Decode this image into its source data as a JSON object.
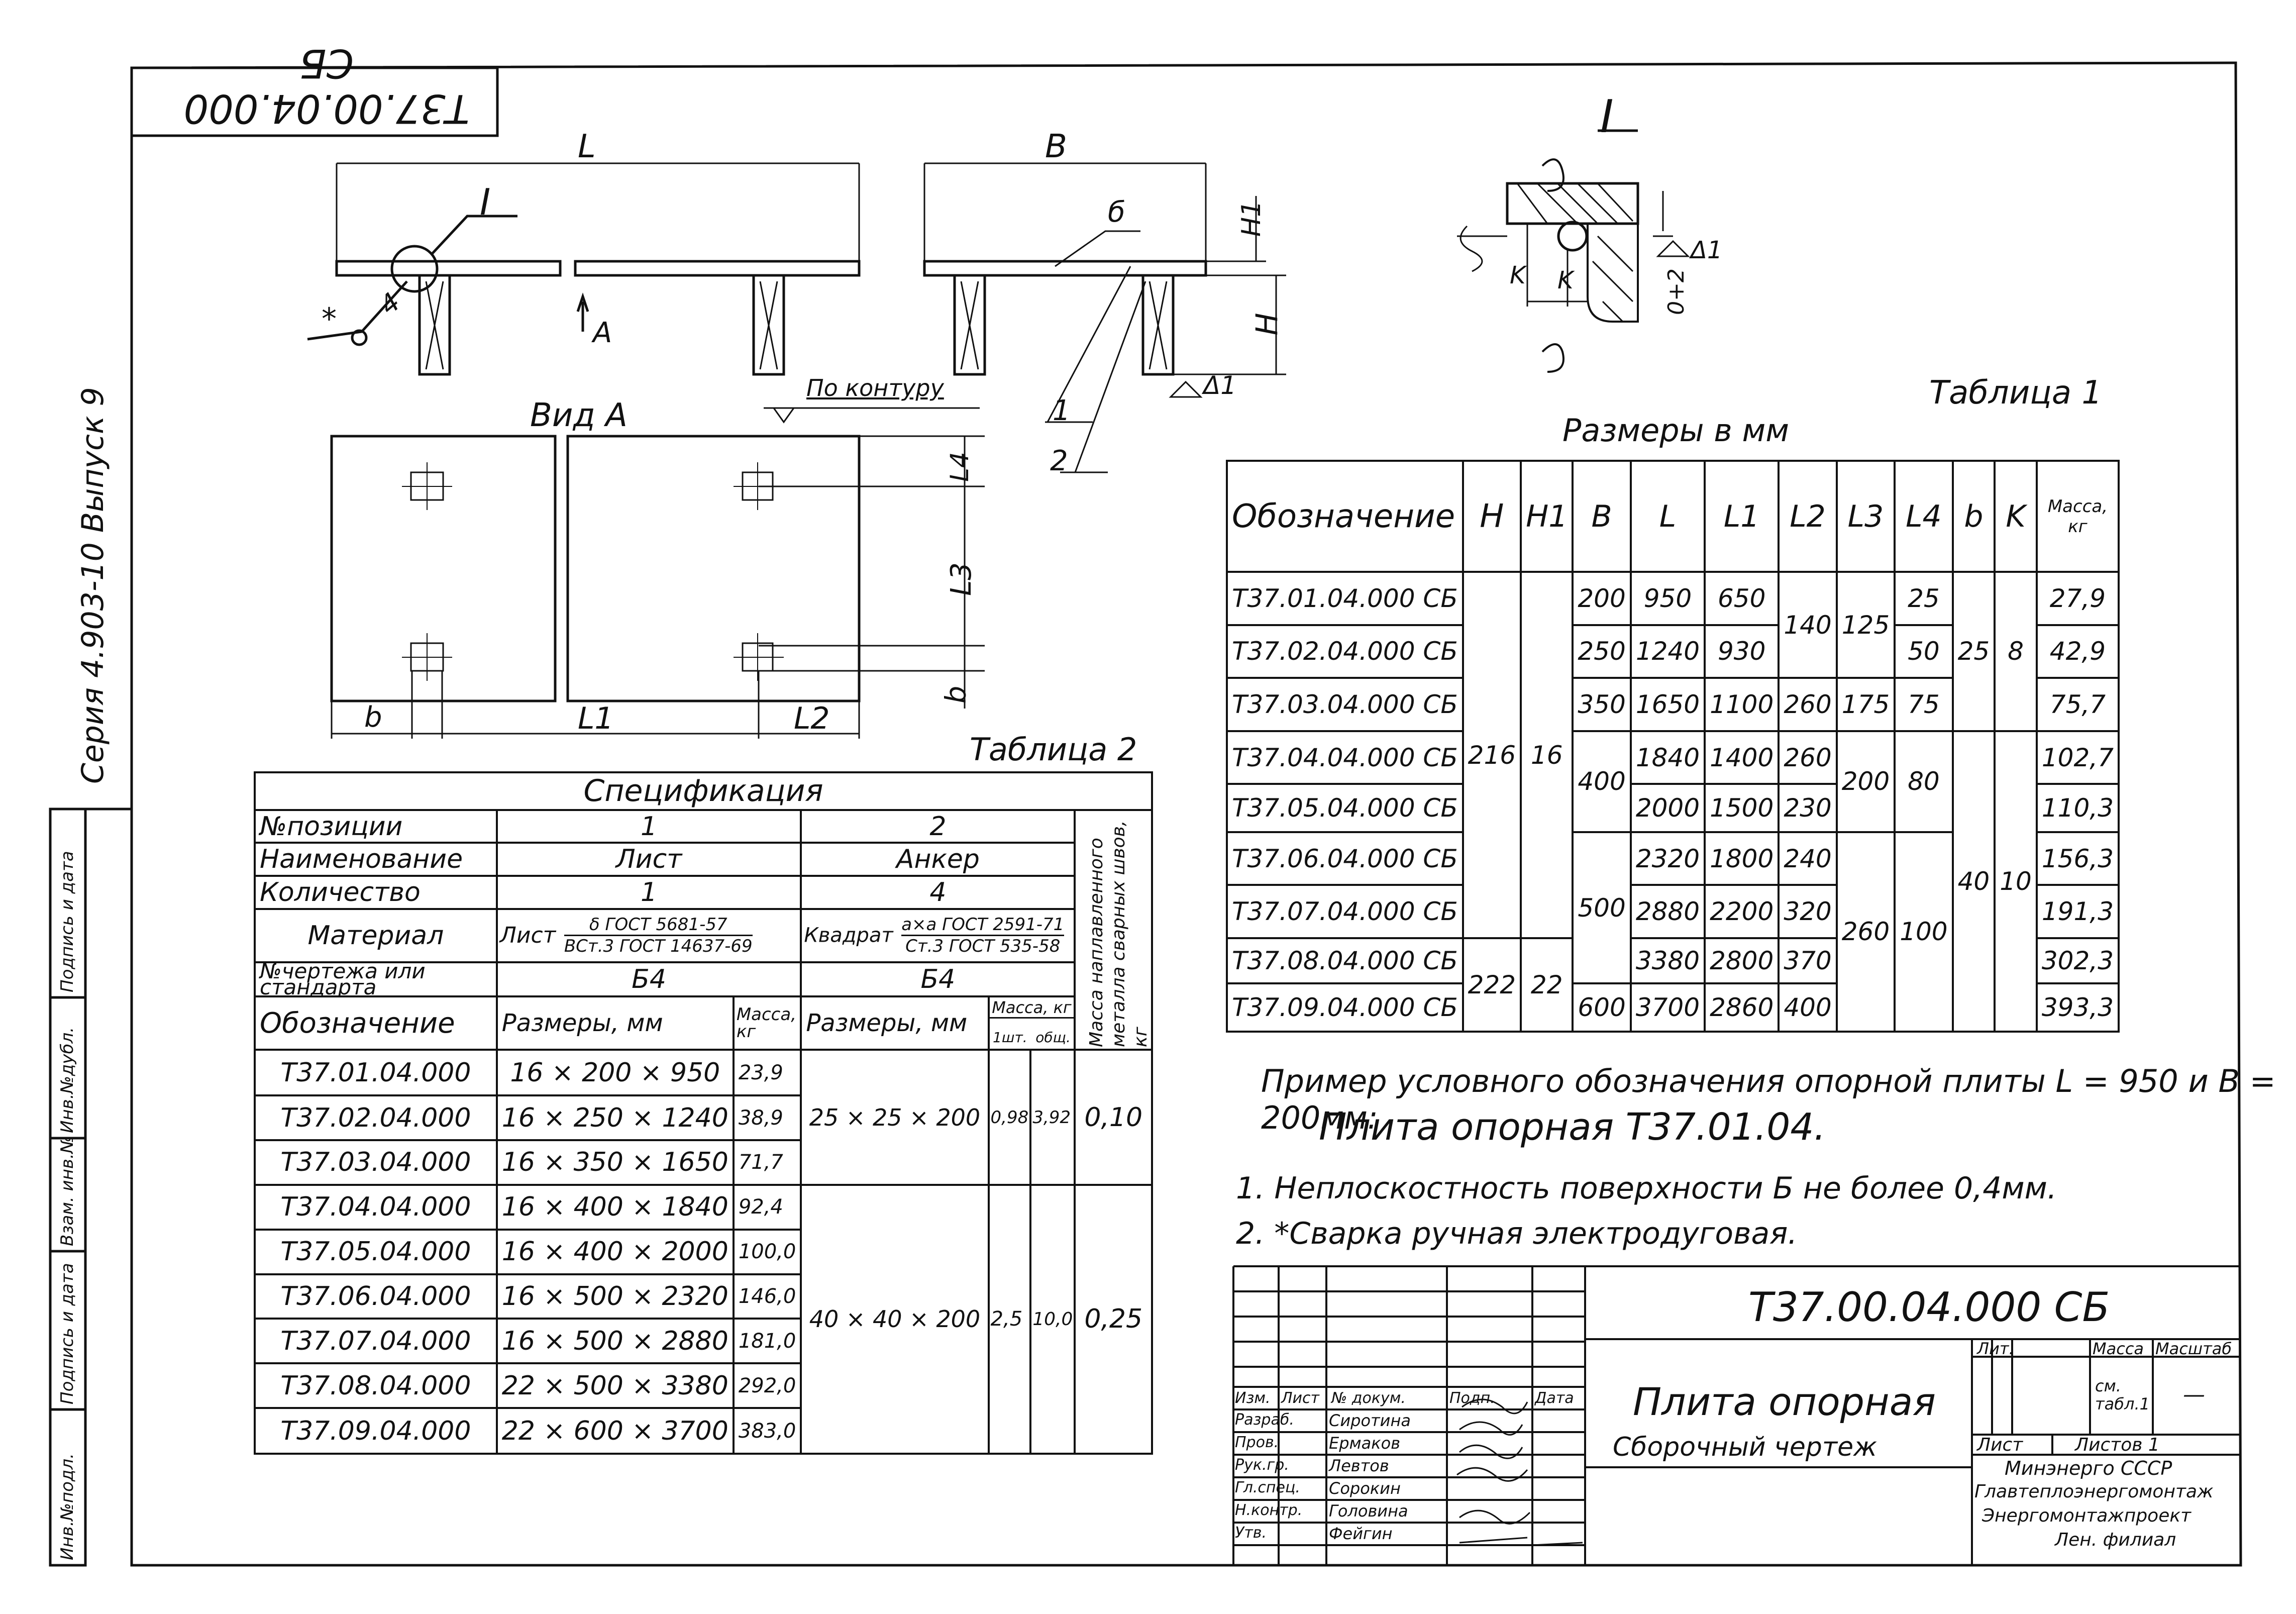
{
  "stamp_code": "Т37.00.04.000 СБ",
  "series_text": "Серия 4.903-10 Выпуск 9",
  "side_stamp_labels": [
    "Инв.№подл.",
    "Подпись и дата",
    "Взам. инв.№",
    "Инв.№дубл.",
    "Подпись и дата"
  ],
  "drawing": {
    "dim_L": "L",
    "dim_B": "B",
    "dim_H1": "H1",
    "dim_H": "H",
    "callout_I": "I",
    "detail_I": "I",
    "arrow_A": "A",
    "weld_star": "*",
    "weld_4": "4",
    "label_b_top": "б",
    "view_a": "Вид А",
    "po_konturu": "По контуру",
    "pos_1": "1",
    "pos_2": "2",
    "delta1": "Δ1",
    "delta1_detail": "Δ1",
    "dim_L4": "L4",
    "dim_L3": "L3",
    "dim_b": "b",
    "dim_b_bottom": "b",
    "dim_L1": "L1",
    "dim_L2": "L2",
    "k1": "K",
    "k2": "K",
    "gap": "0+2"
  },
  "table1": {
    "caption": "Таблица 1",
    "subtitle": "Размеры в мм",
    "headers": [
      "Обозначение",
      "H",
      "H1",
      "B",
      "L",
      "L1",
      "L2",
      "L3",
      "L4",
      "b",
      "K",
      "Масса, кг"
    ],
    "rows": [
      {
        "code": "Т37.01.04.000 СБ",
        "B": "200",
        "L": "950",
        "L1": "650",
        "L4": "25",
        "mass": "27,9"
      },
      {
        "code": "Т37.02.04.000 СБ",
        "B": "250",
        "L": "1240",
        "L1": "930",
        "L4": "50",
        "mass": "42,9"
      },
      {
        "code": "Т37.03.04.000 СБ",
        "B": "350",
        "L": "1650",
        "L1": "1100",
        "L2": "260",
        "L3": "175",
        "L4": "75",
        "mass": "75,7"
      },
      {
        "code": "Т37.04.04.000 СБ",
        "L": "1840",
        "L1": "1400",
        "L2": "260",
        "mass": "102,7"
      },
      {
        "code": "Т37.05.04.000 СБ",
        "L": "2000",
        "L1": "1500",
        "L2": "230",
        "mass": "110,3"
      },
      {
        "code": "Т37.06.04.000 СБ",
        "L": "2320",
        "L1": "1800",
        "L2": "240",
        "mass": "156,3"
      },
      {
        "code": "Т37.07.04.000 СБ",
        "L": "2880",
        "L1": "2200",
        "L2": "320",
        "mass": "191,3"
      },
      {
        "code": "Т37.08.04.000 СБ",
        "L": "3380",
        "L1": "2800",
        "L2": "370",
        "mass": "302,3"
      },
      {
        "code": "Т37.09.04.000 СБ",
        "B": "600",
        "L": "3700",
        "L1": "2860",
        "L2": "400",
        "mass": "393,3"
      }
    ],
    "merged": {
      "H_216": "216",
      "H_222": "222",
      "H1_16": "16",
      "H1_22": "22",
      "B_400": "400",
      "B_500": "500",
      "L2_140": "140",
      "L3_125": "125",
      "L3_200": "200",
      "L3_260": "260",
      "L4_80": "80",
      "L4_100": "100",
      "b_25": "25",
      "b_40": "40",
      "K_8": "8",
      "K_10": "10"
    }
  },
  "table2": {
    "caption": "Таблица 2",
    "spec_title": "Спецификация",
    "row_labels": {
      "position": "№позиции",
      "name": "Наименование",
      "quantity": "Количество",
      "material": "Материал",
      "drawing_no": "№чертежа или стандарта",
      "designation": "Обозначение"
    },
    "pos1": {
      "num": "1",
      "name": "Лист",
      "qty": "1",
      "material_prefix": "Лист",
      "material_top": "δ ГОСТ 5681-57",
      "material_bottom": "ВСт.3 ГОСТ 14637-69",
      "std": "Б4",
      "sizes_header": "Размеры, мм",
      "mass_header": "Масса, кг"
    },
    "pos2": {
      "num": "2",
      "name": "Анкер",
      "qty": "4",
      "material_prefix": "Квадрат",
      "material_top": "а×а ГОСТ 2591-71",
      "material_bottom": "Ст.3 ГОСТ 535-58",
      "std": "Б4",
      "sizes_header": "Размеры, мм",
      "mass_header": "Масса, кг",
      "mass_one": "1шт.",
      "mass_total": "общ."
    },
    "weld_header": "Масса наплавленного металла сварных швов, кг",
    "rows": [
      {
        "code": "Т37.01.04.000",
        "size": "16 × 200 × 950",
        "mass": "23,9"
      },
      {
        "code": "Т37.02.04.000",
        "size": "16 × 250 × 1240",
        "mass": "38,9"
      },
      {
        "code": "Т37.03.04.000",
        "size": "16 × 350 × 1650",
        "mass": "71,7"
      },
      {
        "code": "Т37.04.04.000",
        "size": "16 × 400 × 1840",
        "mass": "92,4"
      },
      {
        "code": "Т37.05.04.000",
        "size": "16 × 400 × 2000",
        "mass": "100,0"
      },
      {
        "code": "Т37.06.04.000",
        "size": "16 × 500 × 2320",
        "mass": "146,0"
      },
      {
        "code": "Т37.07.04.000",
        "size": "16 × 500 × 2880",
        "mass": "181,0"
      },
      {
        "code": "Т37.08.04.000",
        "size": "22 × 500 × 3380",
        "mass": "292,0"
      },
      {
        "code": "Т37.09.04.000",
        "size": "22 × 600 × 3700",
        "mass": "383,0"
      }
    ],
    "anchor_small": {
      "size": "25 × 25 × 200",
      "m1": "0,98",
      "m2": "3,92",
      "weld": "0,10"
    },
    "anchor_large": {
      "size": "40 × 40 × 200",
      "m1": "2,5",
      "m2": "10,0",
      "weld": "0,25"
    }
  },
  "notes": {
    "example": "Пример условного обозначения опорной плиты L = 950 и В = 200мм:",
    "example_value": "Плита опорная Т37.01.04.",
    "note1": "1. Неплоскостность поверхности Б не более 0,4мм.",
    "note2": "2. *Сварка ручная электродуговая."
  },
  "title_block": {
    "code": "Т37.00.04.000 СБ",
    "name": "Плита опорная",
    "subname": "Сборочный чертеж",
    "lit_header": "Лит.",
    "mass_header": "Масса",
    "scale_header": "Масштаб",
    "mass_value": "см. табл.1",
    "scale_value": "—",
    "sheet": "Лист",
    "sheets": "Листов 1",
    "org": [
      "Минэнерго СССР",
      "Главтеплоэнергомонтаж",
      "Энергомонтажпроект",
      "Лен. филиал"
    ],
    "change_headers": [
      "Изм.",
      "Лист",
      "№ докум.",
      "Подп.",
      "Дата"
    ],
    "roles": [
      {
        "role": "Разраб.",
        "name": "Сиротина"
      },
      {
        "role": "Пров.",
        "name": "Ермаков"
      },
      {
        "role": "Рук.гр.",
        "name": "Левтов"
      },
      {
        "role": "Гл.спец.",
        "name": "Сорокин"
      },
      {
        "role": "Н.контр.",
        "name": "Головина"
      },
      {
        "role": "Утв.",
        "name": "Фейгин"
      }
    ]
  }
}
